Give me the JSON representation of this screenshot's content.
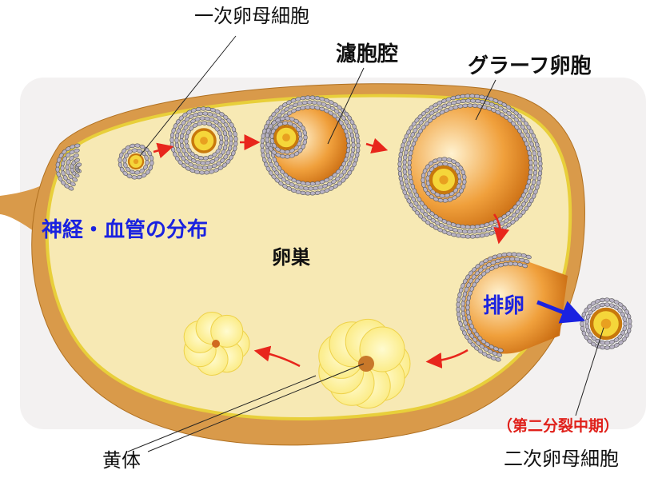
{
  "labels": {
    "primary_oocyte": "一次卵母細胞",
    "antrum": "濾胞腔",
    "graafian_follicle": "グラーフ卵胞",
    "nerves_vessels": "神経・血管の分布",
    "ovary": "卵巣",
    "ovulation": "排卵",
    "metaphase_ii": "（第二分裂中期）",
    "secondary_oocyte": "二次卵母細胞",
    "corpus_luteum": "黄体"
  },
  "colors": {
    "ovary_fill": "#f7e9b4",
    "ligament": "#d99a4a",
    "arrow_red": "#e8261c",
    "label_blue": "#1a22e0",
    "oocyte": "#f5d63a"
  }
}
